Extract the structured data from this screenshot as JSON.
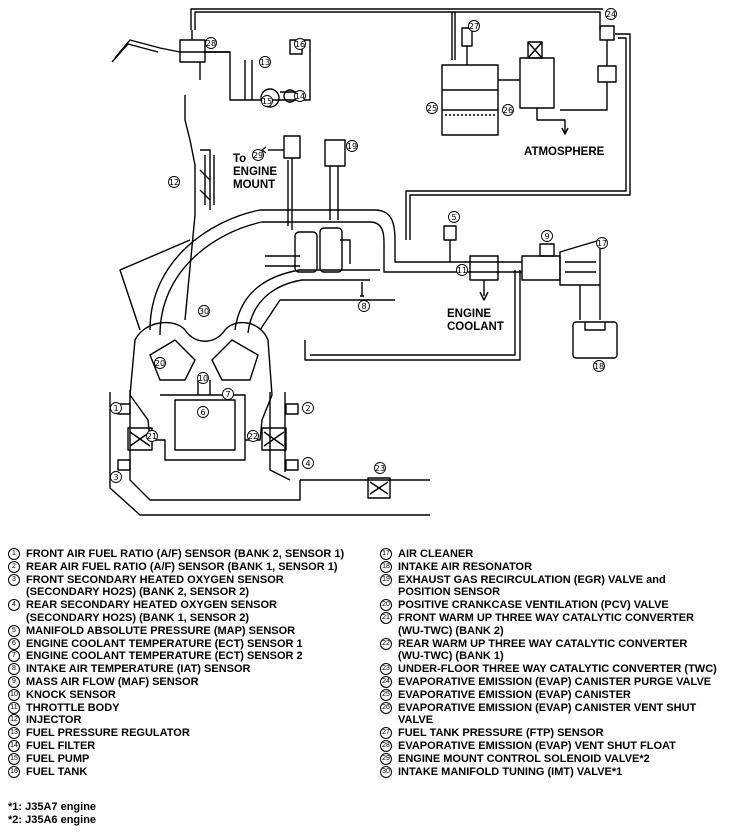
{
  "diagram": {
    "labels": {
      "to_engine_mount": "To ENGINE MOUNT",
      "to": "To",
      "engine": "ENGINE",
      "mount": "MOUNT",
      "atmosphere": "ATMOSPHERE",
      "engine_coolant_1": "ENGINE",
      "engine_coolant_2": "COOLANT"
    },
    "callouts": [
      "1",
      "2",
      "3",
      "4",
      "5",
      "6",
      "7",
      "8",
      "9",
      "10",
      "11",
      "12",
      "13",
      "14",
      "15",
      "16",
      "17",
      "18",
      "19",
      "20",
      "21",
      "22",
      "23",
      "24",
      "25",
      "26",
      "27",
      "28",
      "29",
      "30"
    ]
  },
  "legend": {
    "left": [
      {
        "n": "1",
        "text": "FRONT AIR FUEL RATIO (A/F) SENSOR (BANK 2, SENSOR 1)"
      },
      {
        "n": "2",
        "text": "REAR AIR FUEL RATIO (A/F) SENSOR (BANK 1, SENSOR 1)"
      },
      {
        "n": "3",
        "text": "FRONT SECONDARY HEATED OXYGEN SENSOR\n(SECONDARY HO2S) (BANK 2, SENSOR 2)"
      },
      {
        "n": "4",
        "text": "REAR SECONDARY HEATED OXYGEN SENSOR\n(SECONDARY HO2S) (BANK 1, SENSOR 2)"
      },
      {
        "n": "5",
        "text": "MANIFOLD ABSOLUTE PRESSURE (MAP) SENSOR"
      },
      {
        "n": "6",
        "text": "ENGINE COOLANT TEMPERATURE (ECT) SENSOR 1"
      },
      {
        "n": "7",
        "text": "ENGINE COOLANT TEMPERATURE (ECT) SENSOR 2"
      },
      {
        "n": "8",
        "text": "INTAKE AIR TEMPERATURE (IAT) SENSOR"
      },
      {
        "n": "9",
        "text": "MASS AIR FLOW (MAF) SENSOR"
      },
      {
        "n": "10",
        "text": "KNOCK SENSOR"
      },
      {
        "n": "11",
        "text": "THROTTLE BODY"
      },
      {
        "n": "12",
        "text": "INJECTOR"
      },
      {
        "n": "13",
        "text": "FUEL PRESSURE REGULATOR"
      },
      {
        "n": "14",
        "text": "FUEL FILTER"
      },
      {
        "n": "15",
        "text": "FUEL PUMP"
      },
      {
        "n": "16",
        "text": "FUEL TANK"
      }
    ],
    "right": [
      {
        "n": "17",
        "text": "AIR CLEANER"
      },
      {
        "n": "18",
        "text": "INTAKE AIR RESONATOR"
      },
      {
        "n": "19",
        "text": "EXHAUST GAS RECIRCULATION (EGR) VALVE and\nPOSITION SENSOR"
      },
      {
        "n": "20",
        "text": "POSITIVE CRANKCASE VENTILATION (PCV) VALVE"
      },
      {
        "n": "21",
        "text": "FRONT WARM UP THREE WAY CATALYTIC CONVERTER\n(WU-TWC) (BANK 2)"
      },
      {
        "n": "22",
        "text": "REAR WARM UP THREE WAY CATALYTIC CONVERTER\n(WU-TWC) (BANK 1)"
      },
      {
        "n": "23",
        "text": "UNDER-FLOOR THREE WAY CATALYTIC CONVERTER (TWC)"
      },
      {
        "n": "24",
        "text": "EVAPORATIVE EMISSION (EVAP) CANISTER PURGE VALVE"
      },
      {
        "n": "25",
        "text": "EVAPORATIVE EMISSION (EVAP) CANISTER"
      },
      {
        "n": "26",
        "text": "EVAPORATIVE EMISSION (EVAP) CANISTER VENT SHUT\nVALVE"
      },
      {
        "n": "27",
        "text": "FUEL TANK PRESSURE (FTP) SENSOR"
      },
      {
        "n": "28",
        "text": "EVAPORATIVE EMISSION (EVAP) VENT SHUT FLOAT"
      },
      {
        "n": "29",
        "text": "ENGINE MOUNT CONTROL SOLENOID VALVE*2"
      },
      {
        "n": "30",
        "text": "INTAKE MANIFOLD TUNING (IMT) VALVE*1"
      }
    ]
  },
  "notes": [
    "*1: J35A7 engine",
    "*2: J35A6 engine"
  ]
}
